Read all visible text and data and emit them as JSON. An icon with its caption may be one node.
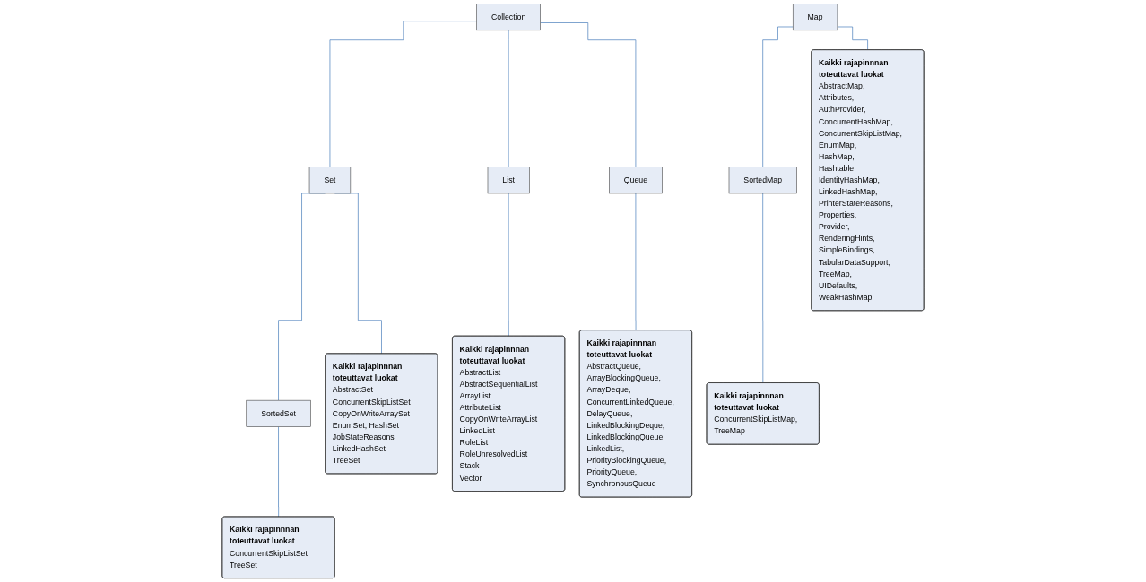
{
  "diagram": {
    "nodes": [
      {
        "text": [
          "Collection"
        ]
      },
      {
        "text": [
          "Map"
        ]
      },
      {
        "text": [
          "Set"
        ]
      },
      {
        "text": [
          "List"
        ]
      },
      {
        "text": [
          "Queue"
        ]
      },
      {
        "text": [
          "SortedMap"
        ]
      },
      {
        "text": [
          "Kaikki rajapinnnan toteuttavat luokat",
          "AbstractMap,",
          "Attributes,",
          "AuthProvider,",
          "ConcurrentHashMap,",
          "ConcurrentSkipListMap,",
          "EnumMap,",
          "HashMap,",
          "Hashtable,",
          "IdentityHashMap,",
          "LinkedHashMap,",
          "PrinterStateReasons,",
          "Properties,",
          "Provider,",
          "RenderingHints,",
          "SimpleBindings,",
          "TabularDataSupport,",
          "TreeMap,",
          "UIDefaults,",
          "WeakHashMap"
        ]
      },
      {
        "text": [
          "Kaikki rajapinnnan toteuttavat luokat",
          "AbstractSet",
          "ConcurrentSkipListSet",
          "CopyOnWriteArraySet",
          "EnumSet, HashSet",
          "JobStateReasons",
          "LinkedHashSet",
          "TreeSet"
        ]
      },
      {
        "text": [
          "Kaikki rajapinnnan toteuttavat luokat",
          "AbstractList",
          "AbstractSequentialList",
          "ArrayList",
          "AttributeList",
          "CopyOnWriteArrayList",
          "LinkedList",
          "RoleList",
          "RoleUnresolvedList",
          "Stack",
          "Vector"
        ]
      },
      {
        "text": [
          "Kaikki rajapinnnan toteuttavat luokat",
          "AbstractQueue,",
          "ArrayBlockingQueue,",
          "ArrayDeque,",
          "ConcurrentLinkedQueue,",
          "DelayQueue,",
          "LinkedBlockingDeque,",
          "LinkedBlockingQueue,",
          "LinkedList,",
          "PriorityBlockingQueue,",
          "PriorityQueue,",
          "SynchronousQueue"
        ]
      },
      {
        "text": [
          "Kaikki rajapinnnan toteuttavat luokat",
          "ConcurrentSkipListMap,",
          "TreeMap"
        ]
      },
      {
        "text": [
          "SortedSet"
        ]
      },
      {
        "text": [
          "Kaikki rajapinnnan toteuttavat luokat",
          "ConcurrentSkipListSet",
          "TreeSet"
        ]
      }
    ],
    "edges": [
      {
        "from": 0,
        "to": 2,
        "arrow": "none"
      },
      {
        "from": 0,
        "to": 3,
        "arrow": "none"
      },
      {
        "from": 0,
        "to": 4,
        "arrow": "none"
      },
      {
        "from": 1,
        "to": 5,
        "arrow": "none"
      },
      {
        "from": 1,
        "to": 6,
        "arrow": "none"
      },
      {
        "from": 2,
        "to": 11,
        "arrow": "none"
      },
      {
        "from": 2,
        "to": 7,
        "arrow": "none"
      },
      {
        "from": 3,
        "to": 8,
        "arrow": "none"
      },
      {
        "from": 4,
        "to": 9,
        "arrow": "none"
      },
      {
        "from": 5,
        "to": 10,
        "arrow": "none"
      },
      {
        "from": 11,
        "to": 12,
        "arrow": "none"
      }
    ]
  }
}
